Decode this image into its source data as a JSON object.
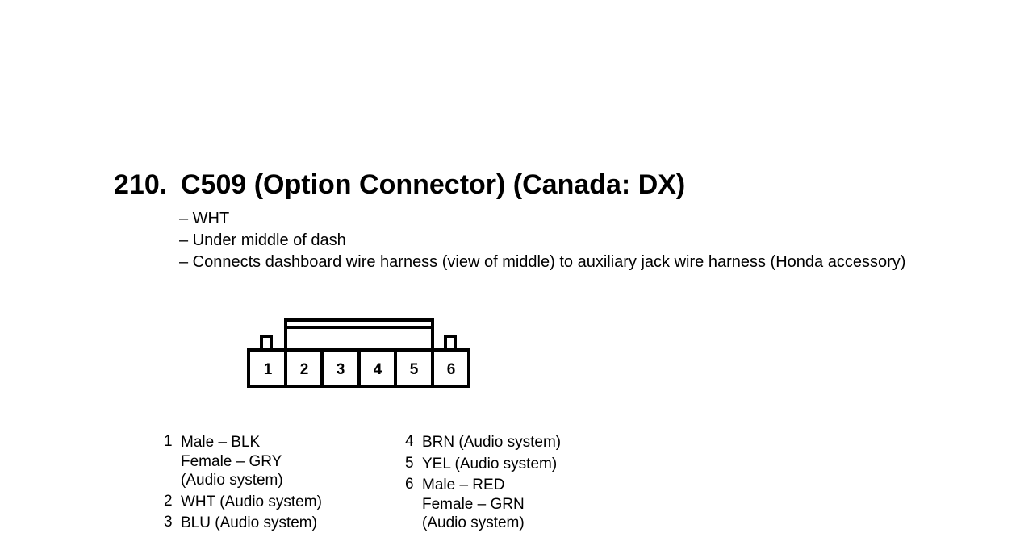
{
  "heading": {
    "number": "210.",
    "title": "C509 (Option Connector) (Canada: DX)"
  },
  "details": [
    "– WHT",
    "– Under middle of dash",
    "– Connects dashboard wire harness (view of middle) to auxiliary jack wire harness (Honda accessory)"
  ],
  "connector": {
    "pin_labels": [
      "1",
      "2",
      "3",
      "4",
      "5",
      "6"
    ]
  },
  "pins_left": [
    {
      "num": "1",
      "lines": [
        "Male – BLK",
        "Female – GRY",
        "(Audio system)"
      ]
    },
    {
      "num": "2",
      "lines": [
        "WHT (Audio system)"
      ]
    },
    {
      "num": "3",
      "lines": [
        "BLU (Audio system)"
      ]
    }
  ],
  "pins_right": [
    {
      "num": "4",
      "lines": [
        "BRN (Audio system)"
      ]
    },
    {
      "num": "5",
      "lines": [
        "YEL (Audio system)"
      ]
    },
    {
      "num": "6",
      "lines": [
        "Male – RED",
        "Female – GRN",
        "(Audio system)"
      ]
    }
  ]
}
